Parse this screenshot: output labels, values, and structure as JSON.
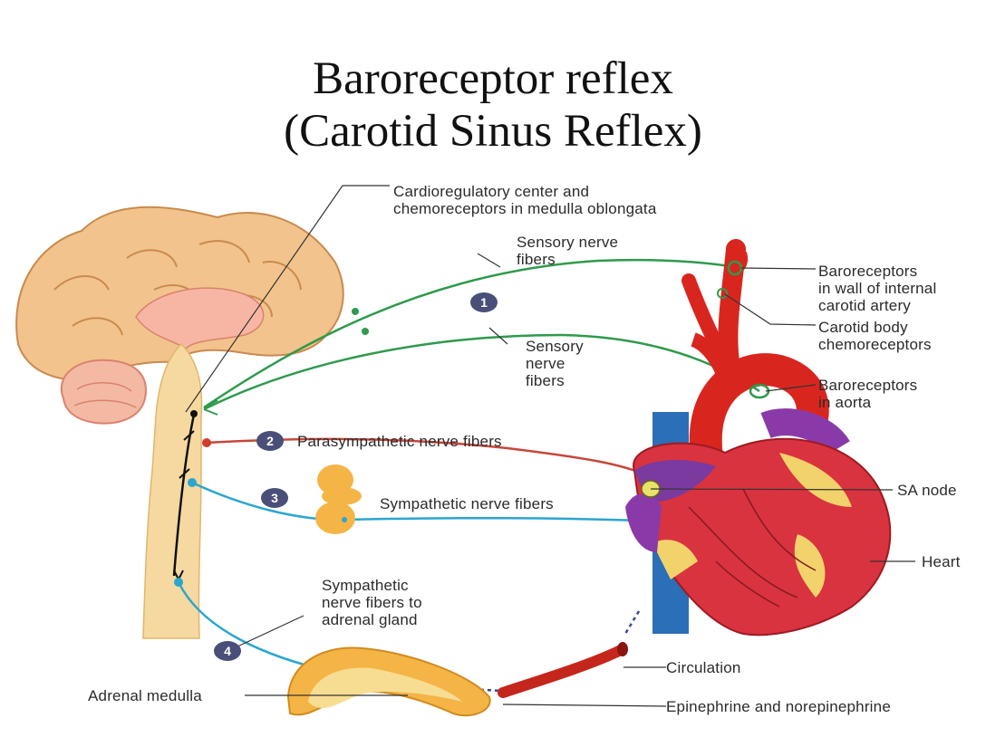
{
  "title": {
    "line1": "Baroreceptor reflex",
    "line2": "(Carotid Sinus Reflex)"
  },
  "labels": {
    "cardioregulatory": "Cardioregulatory center and\nchemoreceptors in medulla oblongata",
    "sensory_upper": "Sensory nerve\nfibers",
    "sensory_lower": "Sensory\nnerve\nfibers",
    "baroreceptors_carotid": "Baroreceptors\nin wall of internal\ncarotid artery",
    "carotid_body": "Carotid body\nchemoreceptors",
    "baroreceptors_aorta": "Baroreceptors\nin aorta",
    "parasympathetic": "Parasympathetic nerve fibers",
    "sympathetic": "Sympathetic nerve fibers",
    "sa_node": "SA node",
    "heart": "Heart",
    "sympathetic_adrenal": "Sympathetic\nnerve fibers to\nadrenal gland",
    "circulation": "Circulation",
    "adrenal_medulla": "Adrenal medulla",
    "epinephrine": "Epinephrine and norepinephrine"
  },
  "steps": [
    "1",
    "2",
    "3",
    "4"
  ],
  "colors": {
    "sensory": "#2e9a4c",
    "parasympathetic": "#c8473a",
    "sympathetic": "#2aa6cf",
    "artery": "#d8261f",
    "vein": "#2a6fb8",
    "brain": "#f2c38c",
    "spinal_cord": "#f6d9a0",
    "step_badge": "#4a4f7a"
  }
}
